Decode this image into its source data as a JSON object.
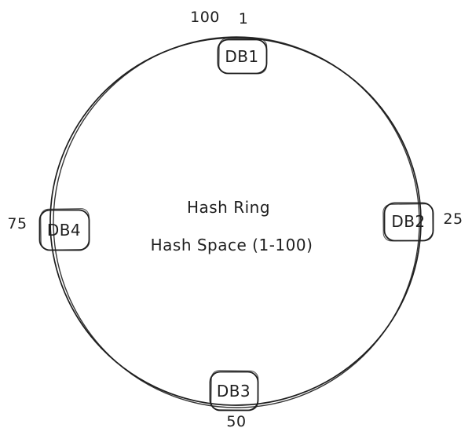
{
  "diagram": {
    "title": "Hash Ring",
    "subtitle": "Hash Space (1-100)",
    "stroke_color": "#1e1e1e",
    "background_color": "#ffffff",
    "nodes": [
      {
        "id": "db1",
        "label": "DB1",
        "ring_position": "top"
      },
      {
        "id": "db2",
        "label": "DB2",
        "ring_position": "right"
      },
      {
        "id": "db3",
        "label": "DB3",
        "ring_position": "bottom"
      },
      {
        "id": "db4",
        "label": "DB4",
        "ring_position": "left"
      }
    ],
    "ticks": [
      {
        "label": "100",
        "ring_position": "top-left"
      },
      {
        "label": "1",
        "ring_position": "top-right"
      },
      {
        "label": "25",
        "ring_position": "right"
      },
      {
        "label": "50",
        "ring_position": "bottom"
      },
      {
        "label": "75",
        "ring_position": "left"
      }
    ]
  }
}
